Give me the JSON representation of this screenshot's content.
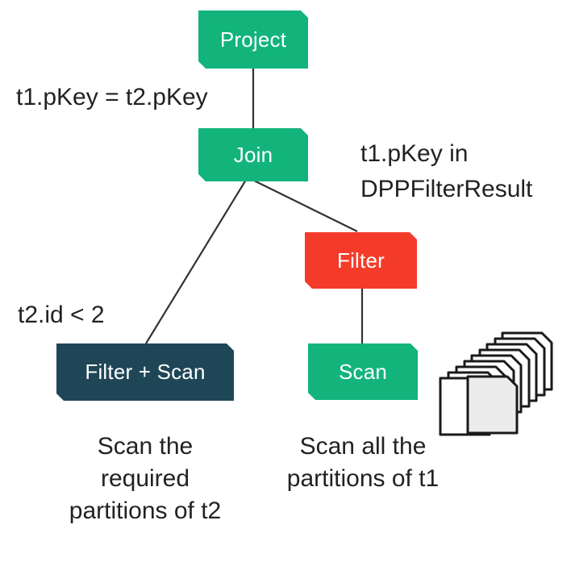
{
  "colors": {
    "green": "#12b47c",
    "red": "#f43b2a",
    "navy": "#1e4657",
    "edge": "#333333"
  },
  "nodes": {
    "project": "Project",
    "join": "Join",
    "filter": "Filter",
    "filter_scan": "Filter + Scan",
    "scan": "Scan"
  },
  "labels": {
    "join_condition": "t1.pKey = t2.pKey",
    "dpp_condition_line1": "t1.pKey in",
    "dpp_condition_line2": "DPPFilterResult",
    "t2_condition": "t2.id < 2"
  },
  "captions": {
    "left": [
      "Scan the",
      "required",
      "partitions of t2"
    ],
    "right": [
      "Scan all the",
      "partitions of t1"
    ]
  },
  "icons": {
    "partitions": "stacked-partitions-icon"
  }
}
